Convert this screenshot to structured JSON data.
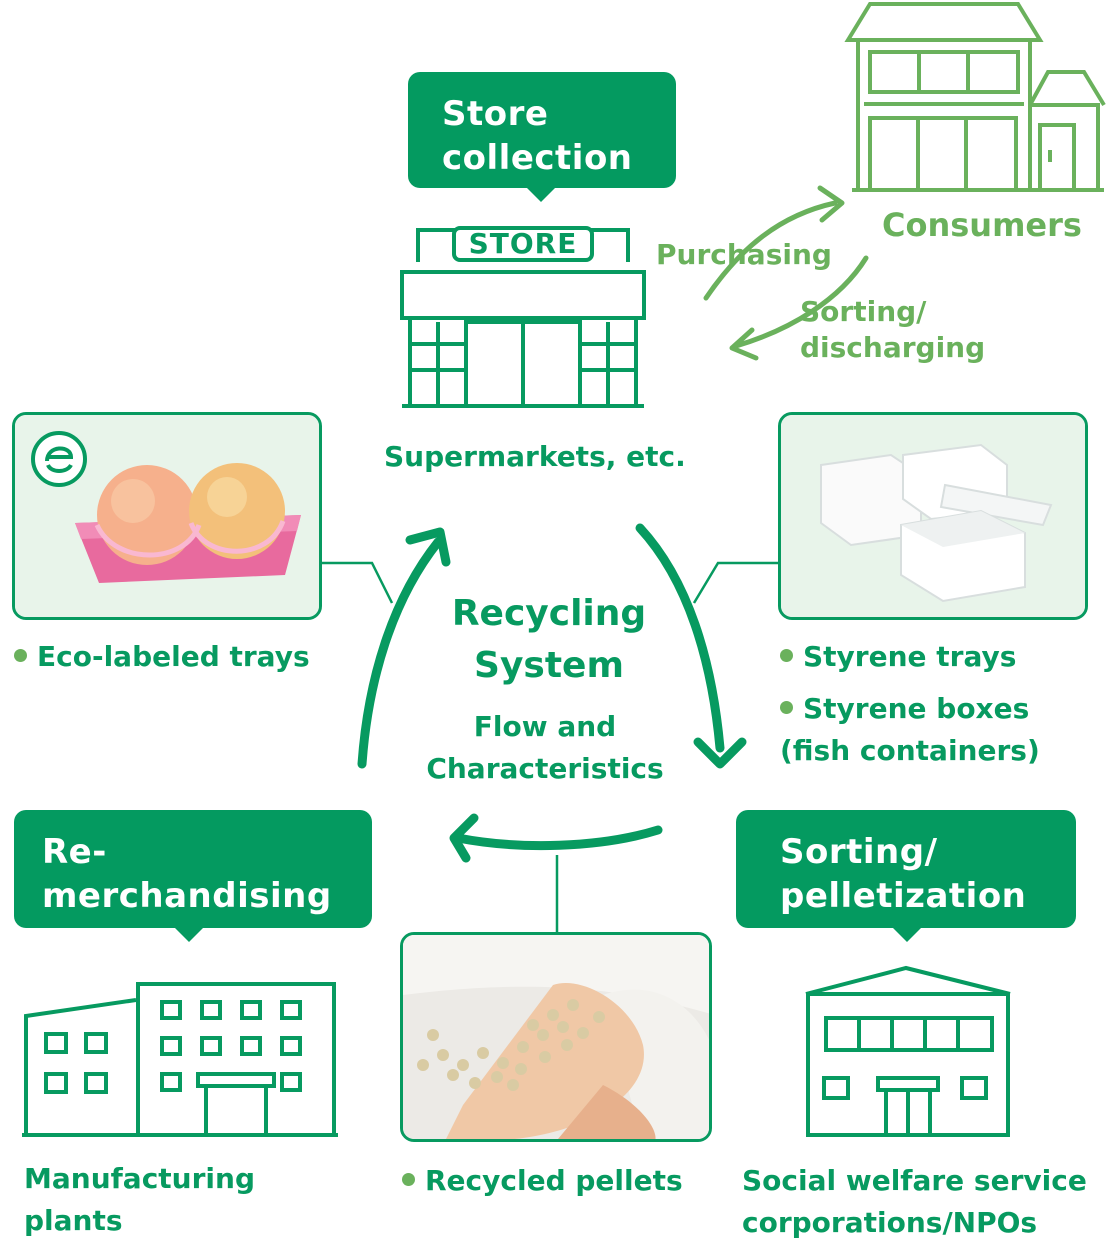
{
  "callouts": {
    "store_collection": "Store collection",
    "remerchandising": "Re-merchandising",
    "sorting_pelletization": "Sorting/ pelletization"
  },
  "store": {
    "sign": "STORE",
    "caption": "Supermarkets, etc."
  },
  "consumers": {
    "label": "Consumers",
    "purchasing": "Purchasing",
    "sorting_discharging": "Sorting/ discharging"
  },
  "center": {
    "title": "Recycling System",
    "subtitle": "Flow and Characteristics"
  },
  "left_photo": {
    "caption": "Eco-labeled trays"
  },
  "right_photo": {
    "captions": [
      "Styrene trays",
      "Styrene boxes (fish containers)"
    ]
  },
  "bottom_photo": {
    "caption": "Recycled pellets"
  },
  "manufacturing": {
    "label": "Manufacturing plants"
  },
  "welfare": {
    "label": "Social welfare service corporations/NPOs"
  },
  "colors": {
    "primary": "#049a60",
    "light": "#6ab15c",
    "photo_bg": "#e6f3e9"
  }
}
